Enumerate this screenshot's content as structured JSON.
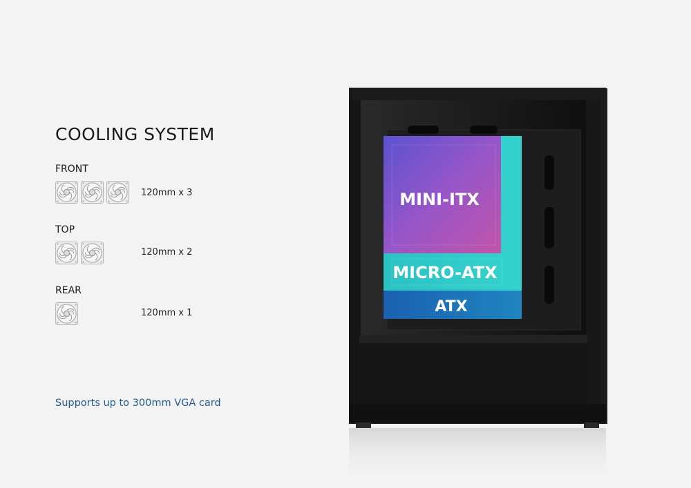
{
  "heading": "COOLING SYSTEM",
  "groups": [
    {
      "label": "FRONT",
      "fan_count": 3,
      "spec": "120mm x 3"
    },
    {
      "label": "TOP",
      "fan_count": 2,
      "spec": "120mm x 2"
    },
    {
      "label": "REAR",
      "fan_count": 1,
      "spec": "120mm x 1"
    }
  ],
  "note": "Supports up to 300mm VGA card",
  "board_sizes": [
    "MINI-ITX",
    "MICRO-ATX",
    "ATX"
  ],
  "colors": {
    "note_text": "#1f5a96",
    "case_body": "#141414",
    "mini_itx": "#8a4fc9",
    "micro_atx": "#2fd0c8",
    "atx": "#1b78c0"
  },
  "icons": {
    "fan": "fan-icon"
  }
}
